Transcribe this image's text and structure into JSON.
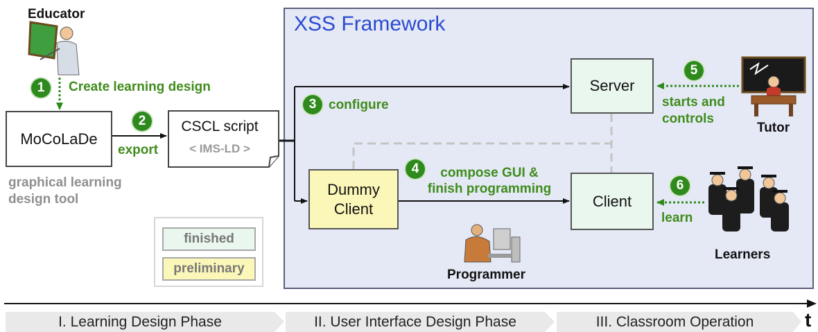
{
  "framework": {
    "title": "XSS Framework"
  },
  "actors": {
    "educator": "Educator",
    "tutor": "Tutor",
    "learners": "Learners",
    "programmer": "Programmer"
  },
  "boxes": {
    "mocolade": "MoCoLaDe",
    "mocolade_caption": "graphical learning design tool",
    "cscl_script": "CSCL script",
    "cscl_script_sub": "< IMS-LD >",
    "server": "Server",
    "client": "Client",
    "dummy_client": "Dummy Client"
  },
  "steps": [
    {
      "number": "1",
      "label": "Create learning design"
    },
    {
      "number": "2",
      "label": "export"
    },
    {
      "number": "3",
      "label": "configure"
    },
    {
      "number": "4",
      "label": "compose GUI & finish programming"
    },
    {
      "number": "5",
      "label": "starts and controls"
    },
    {
      "number": "6",
      "label": "learn"
    }
  ],
  "legend": {
    "finished": "finished",
    "preliminary": "preliminary"
  },
  "timeline": {
    "axis_label": "t",
    "phases": [
      "I. Learning Design Phase",
      "II. User Interface Design Phase",
      "III. Classroom Operation"
    ]
  },
  "colors": {
    "step_green": "#2f8a1e",
    "label_green": "#3f8c1c",
    "framework_bg": "#e5e9f6",
    "framework_title": "#2a4bd0",
    "finished_fill": "#eaf7ee",
    "preliminary_fill": "#fbf7b8"
  }
}
